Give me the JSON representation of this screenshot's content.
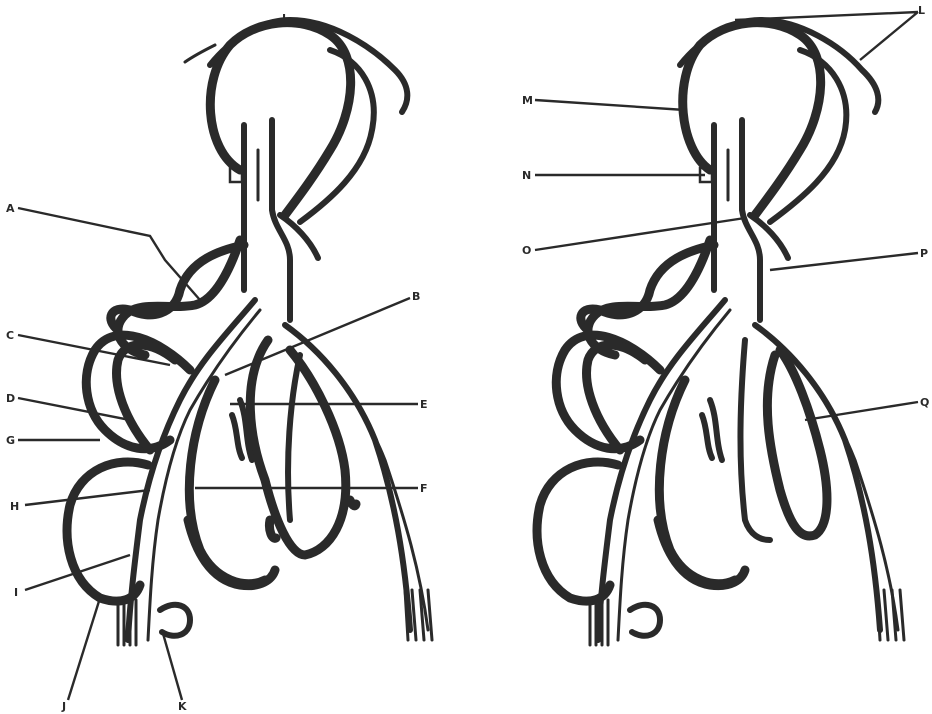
{
  "figure": {
    "left_labels": {
      "L": "L",
      "A": "A",
      "B": "B",
      "C": "C",
      "D": "D",
      "E": "E",
      "F": "F",
      "G": "G",
      "H": "H",
      "I": "I",
      "J": "J",
      "K": "K"
    },
    "right_labels": {
      "L": "L",
      "M": "M",
      "N": "N",
      "O": "O",
      "P": "P",
      "Q": "Q"
    }
  },
  "colors": {
    "ink": "#2a2a2a",
    "background": "#ffffff"
  }
}
